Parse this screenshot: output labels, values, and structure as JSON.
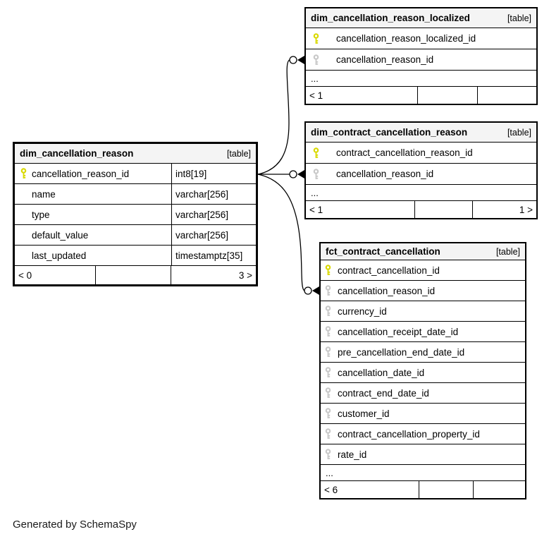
{
  "diagram": {
    "footer_note": "Generated by SchemaSpy"
  },
  "colors": {
    "primary_key": "#d9d900",
    "foreign_key": "#c8c8c8",
    "header_bg": "#f4f4f4",
    "border": "#000000",
    "background": "#ffffff"
  },
  "tables": [
    {
      "name": "dim_cancellation_reason_localized",
      "badge": "[table]",
      "columns": [
        {
          "name": "cancellation_reason_localized_id",
          "key": "primary"
        },
        {
          "name": "cancellation_reason_id",
          "key": "foreign"
        }
      ],
      "ellipsis": "...",
      "footer": [
        "< 1",
        "",
        ""
      ]
    },
    {
      "name": "dim_contract_cancellation_reason",
      "badge": "[table]",
      "columns": [
        {
          "name": "contract_cancellation_reason_id",
          "key": "primary"
        },
        {
          "name": "cancellation_reason_id",
          "key": "foreign"
        }
      ],
      "ellipsis": "...",
      "footer": [
        "< 1",
        "",
        "1 >"
      ]
    },
    {
      "name": "dim_cancellation_reason",
      "badge": "[table]",
      "columns": [
        {
          "name": "cancellation_reason_id",
          "key": "primary",
          "type": "int8[19]"
        },
        {
          "name": "name",
          "key": "none",
          "type": "varchar[256]"
        },
        {
          "name": "type",
          "key": "none",
          "type": "varchar[256]"
        },
        {
          "name": "default_value",
          "key": "none",
          "type": "varchar[256]"
        },
        {
          "name": "last_updated",
          "key": "none",
          "type": "timestamptz[35]"
        }
      ],
      "footer": [
        "< 0",
        "",
        "3 >"
      ]
    },
    {
      "name": "fct_contract_cancellation",
      "badge": "[table]",
      "columns": [
        {
          "name": "contract_cancellation_id",
          "key": "primary"
        },
        {
          "name": "cancellation_reason_id",
          "key": "foreign"
        },
        {
          "name": "currency_id",
          "key": "foreign"
        },
        {
          "name": "cancellation_receipt_date_id",
          "key": "foreign"
        },
        {
          "name": "pre_cancellation_end_date_id",
          "key": "foreign"
        },
        {
          "name": "cancellation_date_id",
          "key": "foreign"
        },
        {
          "name": "contract_end_date_id",
          "key": "foreign"
        },
        {
          "name": "customer_id",
          "key": "foreign"
        },
        {
          "name": "contract_cancellation_property_id",
          "key": "foreign"
        },
        {
          "name": "rate_id",
          "key": "foreign"
        }
      ],
      "ellipsis": "...",
      "footer": [
        "< 6",
        "",
        ""
      ]
    }
  ],
  "relationships": [
    {
      "from": "dim_cancellation_reason",
      "to": "dim_cancellation_reason_localized",
      "via": "cancellation_reason_id"
    },
    {
      "from": "dim_cancellation_reason",
      "to": "dim_contract_cancellation_reason",
      "via": "cancellation_reason_id"
    },
    {
      "from": "dim_cancellation_reason",
      "to": "fct_contract_cancellation",
      "via": "cancellation_reason_id"
    }
  ]
}
